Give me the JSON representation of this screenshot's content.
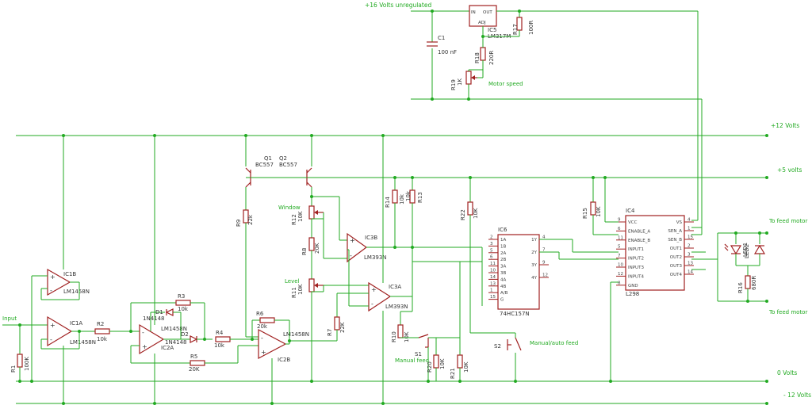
{
  "rails": {
    "unreg": "+16 Volts unregulated",
    "plus12": "+12 Volts",
    "plus5": "+5 volts",
    "zero": "0 Volts",
    "minus12": "- 12 Volts"
  },
  "regulator": {
    "name": "IC5",
    "part": "LM317M",
    "pin_in": "IN",
    "pin_out": "OUT",
    "pin_adj": "ADJ"
  },
  "components": {
    "c1": "C1",
    "c1_val": "100 nF",
    "r17": "R17",
    "r17_val": "100R",
    "r18": "R18",
    "r18_val": "220R",
    "r19": "R19",
    "r19_val": "1K",
    "q1": "Q1",
    "q1_part": "BC557",
    "q2": "Q2",
    "q2_part": "BC557",
    "r9": "R9",
    "r9_val": "22k",
    "r12": "R12",
    "r12_val": "10K",
    "r8": "R8",
    "r8_val": "20K",
    "r11": "R11",
    "r11_val": "10K",
    "r7": "R7",
    "r7_val": "22K",
    "r6": "R6",
    "r6_val": "20k",
    "r14": "R14",
    "r14_val": "10k",
    "r13": "R13",
    "r13_val": "10k",
    "r22": "R22",
    "r22_val": "10K",
    "r15": "R15",
    "r15_val": "10K",
    "r16": "R16",
    "r16_val": "680R",
    "r1": "R1",
    "r1_val": "100K",
    "r2": "R2",
    "r2_val": "10k",
    "r3": "R3",
    "r3_val": "10k",
    "r4": "R4",
    "r4_val": "10k",
    "r5": "R5",
    "r5_val": "20K",
    "r10": "R10",
    "r10_val": "10K",
    "r20": "R20",
    "r20_val": "10K",
    "r21": "R21",
    "r21_val": "10K",
    "d1": "D1",
    "d1_part": "1N4148",
    "d2": "D2",
    "d2_part": "1N4148",
    "ic1a": "IC1A",
    "ic1a_part": "LM1458N",
    "ic1b": "IC1B",
    "ic1b_part": "LM1458N",
    "ic2a": "IC2A",
    "ic2a_part": "LM1458N",
    "ic2b": "IC2B",
    "ic2b_part": "LM1458N",
    "ic3a": "IC3A",
    "ic3a_part": "LM393N",
    "ic3b": "IC3B",
    "ic3b_part": "LM393N",
    "ic6": "IC6",
    "ic6_part": "74HC157N",
    "ic4": "IC4",
    "ic4_part": "L298",
    "led1": "LED1",
    "led2": "LED2",
    "s1": "S1",
    "s2": "S2"
  },
  "labels": {
    "motor_speed": "Motor speed",
    "window": "Window",
    "level": "Level",
    "input": "Input",
    "manual_feed": "Manual feed",
    "manual_auto": "Manual/auto feed",
    "to_motor_1": "To feed motor",
    "to_motor_2": "To feed motor"
  },
  "ic6_pins": {
    "left": [
      "1A",
      "1B",
      "2A",
      "2B",
      "3A",
      "3B",
      "4A",
      "4B",
      "A/B",
      "G"
    ],
    "left_no": [
      "2",
      "3",
      "5",
      "6",
      "11",
      "10",
      "14",
      "13",
      "1",
      "15"
    ],
    "right": [
      "1Y",
      "2Y",
      "3Y",
      "4Y"
    ],
    "right_no": [
      "4",
      "7",
      "9",
      "12"
    ]
  },
  "ic4_pins": {
    "left": [
      "VCC",
      "ENABLE_A",
      "ENABLE_B",
      "INPUT1",
      "INPUT2",
      "INPUT3",
      "INPUT4",
      "GND"
    ],
    "left_no": [
      "9",
      "6",
      "11",
      "5",
      "7",
      "10",
      "12",
      "8"
    ],
    "right": [
      "VS",
      "SEN_A",
      "SEN_B",
      "OUT1",
      "OUT2",
      "OUT3",
      "OUT4"
    ],
    "right_no": [
      "4",
      "1",
      "15",
      "2",
      "3",
      "13",
      "14"
    ]
  }
}
